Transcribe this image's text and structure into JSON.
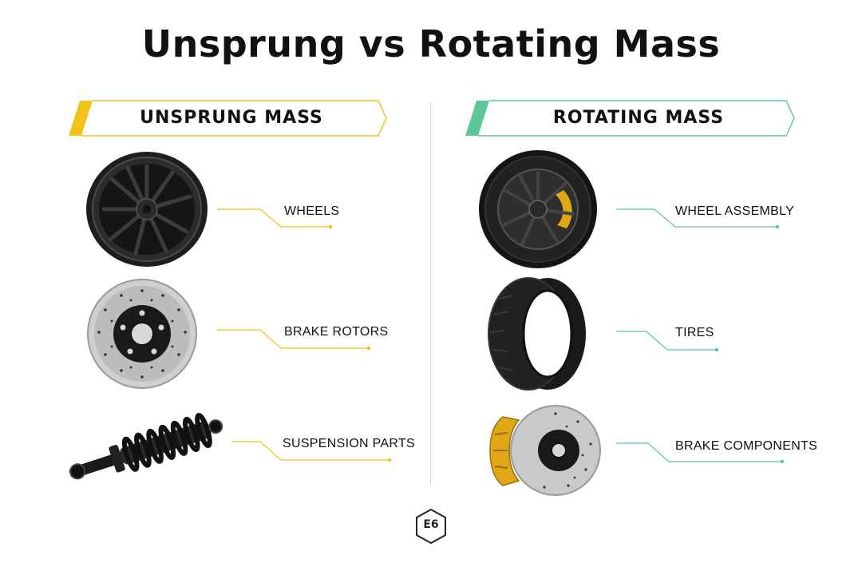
{
  "title": "Unsprung vs Rotating Mass",
  "colors": {
    "unsprung_accent": "#f2c21b",
    "rotating_accent": "#5ec79a"
  },
  "unsprung": {
    "heading": "UNSPRUNG MASS",
    "items": [
      {
        "label": "WHEELS",
        "icon": "wheel-icon"
      },
      {
        "label": "BRAKE ROTORS",
        "icon": "brake-rotor-icon"
      },
      {
        "label": "SUSPENSION PARTS",
        "icon": "shock-absorber-icon"
      }
    ]
  },
  "rotating": {
    "heading": "ROTATING MASS",
    "items": [
      {
        "label": "WHEEL ASSEMBLY",
        "icon": "wheel-assembly-icon"
      },
      {
        "label": "TIRES",
        "icon": "tire-icon"
      },
      {
        "label": "BRAKE COMPONENTS",
        "icon": "brake-caliper-rotor-icon"
      }
    ]
  },
  "logo": {
    "text": "E6"
  }
}
